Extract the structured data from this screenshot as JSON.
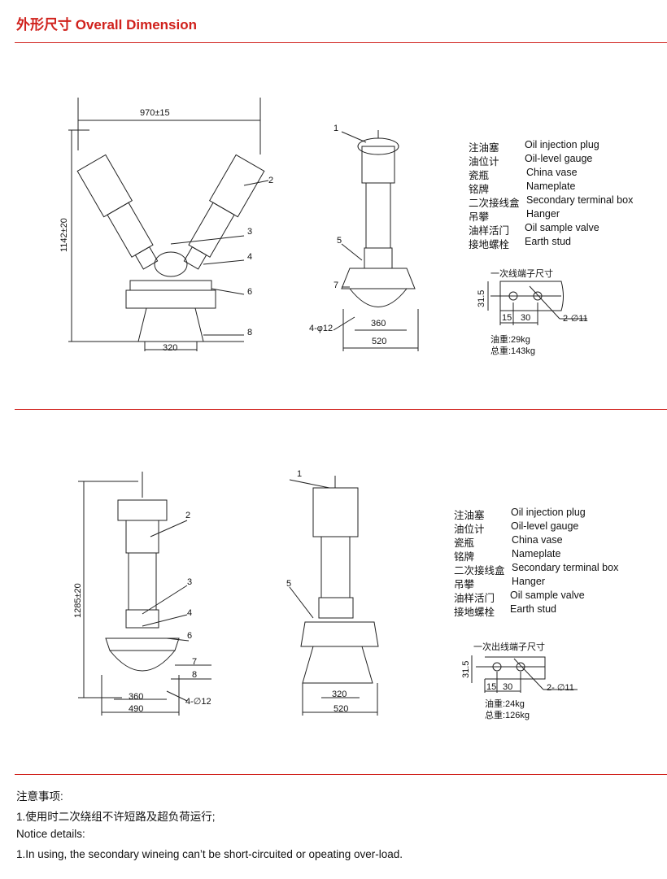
{
  "header": {
    "title": "外形尺寸  Overall Dimension"
  },
  "top": {
    "dims": {
      "width": "970±15",
      "height": "1142±20",
      "base": "320",
      "hole": "4-φ12",
      "d360": "360",
      "d520": "520"
    },
    "callouts": [
      "1",
      "2",
      "3",
      "4",
      "5",
      "6",
      "7",
      "8"
    ],
    "legend": [
      {
        "cn": "注油塞",
        "en": "Oil injection plug"
      },
      {
        "cn": "油位计",
        "en": "Oil-level gauge"
      },
      {
        "cn": "瓷瓶",
        "en": "China vase"
      },
      {
        "cn": "铭牌",
        "en": "Nameplate"
      },
      {
        "cn": "二次接线盒",
        "en": "Secondary terminal box"
      },
      {
        "cn": "吊攀",
        "en": "Hanger"
      },
      {
        "cn": "油样活门",
        "en": "Oil sample valve"
      },
      {
        "cn": "接地螺栓",
        "en": "Earth stud"
      }
    ],
    "terminal": {
      "title": "一次线端子尺寸",
      "h": "31.5",
      "a": "15",
      "b": "30",
      "holes": "2-∅11",
      "oil": "油重:29kg",
      "total": "总重:143kg"
    }
  },
  "bottom": {
    "dims": {
      "height": "1285±20",
      "d360": "360",
      "d490": "490",
      "hole": "4-∅12",
      "d320": "320",
      "d520": "520"
    },
    "callouts": [
      "1",
      "2",
      "3",
      "4",
      "5",
      "6",
      "7",
      "8"
    ],
    "legend": [
      {
        "cn": "注油塞",
        "en": "Oil injection plug"
      },
      {
        "cn": "油位计",
        "en": "Oil-level gauge"
      },
      {
        "cn": "瓷瓶",
        "en": "China vase"
      },
      {
        "cn": "铭牌",
        "en": "Nameplate"
      },
      {
        "cn": "二次接线盒",
        "en": "Secondary terminal box"
      },
      {
        "cn": "吊攀",
        "en": "Hanger"
      },
      {
        "cn": "油样活门",
        "en": "Oil sample valve"
      },
      {
        "cn": "接地螺栓",
        "en": "Earth stud"
      }
    ],
    "terminal": {
      "title": "一次出线端子尺寸",
      "h": "31.5",
      "a": "15",
      "b": "30",
      "holes": "2- ∅11",
      "oil": "油重:24kg",
      "total": "总重:126kg"
    }
  },
  "notes": [
    "注意事项:",
    "1.使用时二次绕组不许短路及超负荷运行;",
    "Notice details:",
    "1.In using, the secondary wineing can’t be short-circuited or opeating over-load."
  ]
}
